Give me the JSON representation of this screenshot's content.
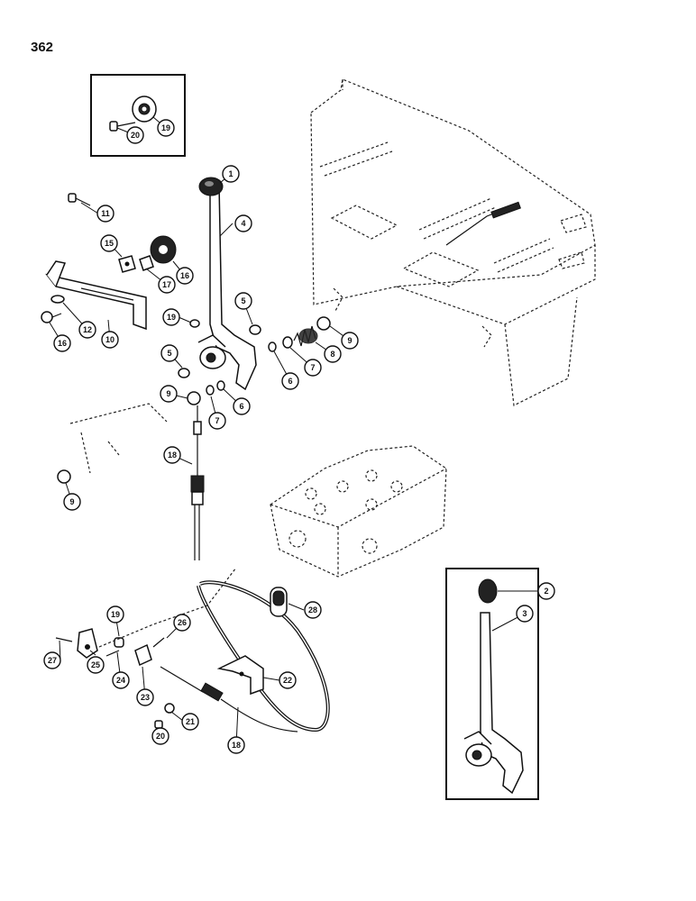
{
  "page": {
    "number": "362"
  },
  "callouts": [
    {
      "id": "c19a",
      "label": "19"
    },
    {
      "id": "c20a",
      "label": "20"
    },
    {
      "id": "c1",
      "label": "1"
    },
    {
      "id": "c11",
      "label": "11"
    },
    {
      "id": "c4",
      "label": "4"
    },
    {
      "id": "c15",
      "label": "15"
    },
    {
      "id": "c16a",
      "label": "16"
    },
    {
      "id": "c17",
      "label": "17"
    },
    {
      "id": "c5a",
      "label": "5"
    },
    {
      "id": "c19b",
      "label": "19"
    },
    {
      "id": "c16b",
      "label": "16"
    },
    {
      "id": "c12",
      "label": "12"
    },
    {
      "id": "c10",
      "label": "10"
    },
    {
      "id": "c9a",
      "label": "9"
    },
    {
      "id": "c8",
      "label": "8"
    },
    {
      "id": "c7a",
      "label": "7"
    },
    {
      "id": "c6a",
      "label": "6"
    },
    {
      "id": "c5b",
      "label": "5"
    },
    {
      "id": "c9b",
      "label": "9"
    },
    {
      "id": "c7b",
      "label": "7"
    },
    {
      "id": "c6b",
      "label": "6"
    },
    {
      "id": "c18a",
      "label": "18"
    },
    {
      "id": "c9c",
      "label": "9"
    },
    {
      "id": "c2",
      "label": "2"
    },
    {
      "id": "c3",
      "label": "3"
    },
    {
      "id": "c28",
      "label": "28"
    },
    {
      "id": "c19c",
      "label": "19"
    },
    {
      "id": "c26",
      "label": "26"
    },
    {
      "id": "c27",
      "label": "27"
    },
    {
      "id": "c25",
      "label": "25"
    },
    {
      "id": "c24",
      "label": "24"
    },
    {
      "id": "c23",
      "label": "23"
    },
    {
      "id": "c22",
      "label": "22"
    },
    {
      "id": "c21",
      "label": "21"
    },
    {
      "id": "c20b",
      "label": "20"
    },
    {
      "id": "c18b",
      "label": "18"
    }
  ]
}
